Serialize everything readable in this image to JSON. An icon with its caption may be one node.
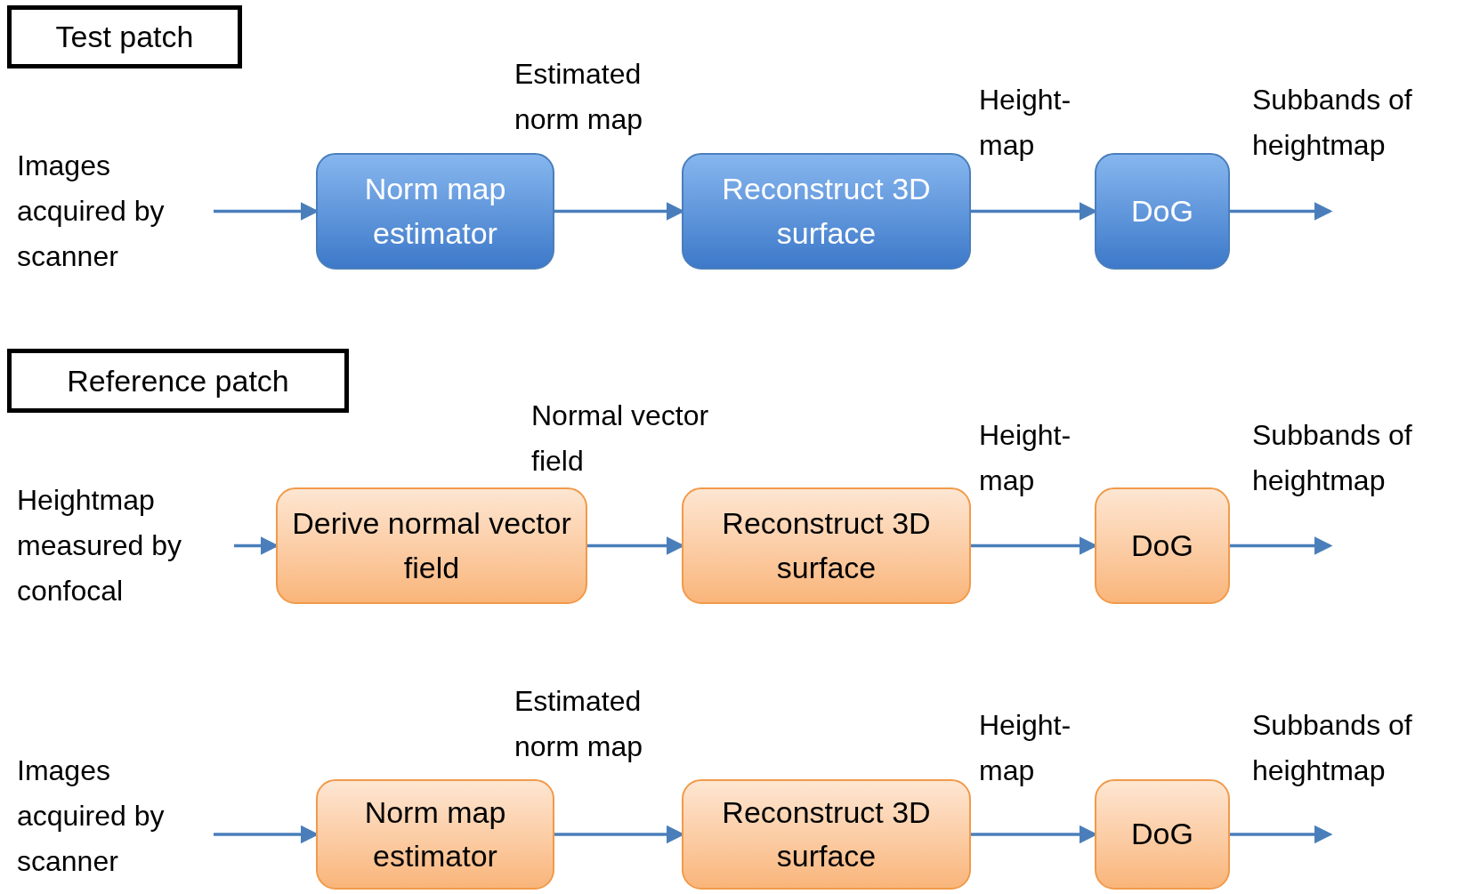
{
  "diagram": {
    "nodes": [
      {
        "text": [
          "Test patch"
        ]
      },
      {
        "text": [
          "Images acquired by scanner"
        ]
      },
      {
        "text": [
          "Norm map estimator"
        ]
      },
      {
        "text": [
          "Reconstruct 3D surface"
        ]
      },
      {
        "text": [
          "DoG"
        ]
      },
      {
        "text": [
          "Reference patch"
        ]
      },
      {
        "text": [
          "Heightmap measured by confocal"
        ]
      },
      {
        "text": [
          "Derive normal vector field"
        ]
      },
      {
        "text": [
          "Reconstruct 3D surface"
        ]
      },
      {
        "text": [
          "DoG"
        ]
      },
      {
        "text": [
          "Images acquired by scanner"
        ]
      },
      {
        "text": [
          "Norm map estimator"
        ]
      },
      {
        "text": [
          "Reconstruct 3D surface"
        ]
      },
      {
        "text": [
          "DoG"
        ]
      }
    ],
    "edges": [
      {
        "from": 1,
        "to": 2,
        "arrow": "to"
      },
      {
        "from": 2,
        "to": 3,
        "arrow": "to",
        "label": "Estimated norm map"
      },
      {
        "from": 3,
        "to": 4,
        "arrow": "to",
        "label": "Height-map"
      },
      {
        "from": 4,
        "to": null,
        "arrow": "to",
        "label": "Subbands of heightmap"
      },
      {
        "from": 6,
        "to": 7,
        "arrow": "to"
      },
      {
        "from": 7,
        "to": 8,
        "arrow": "to",
        "label": "Normal vector field"
      },
      {
        "from": 8,
        "to": 9,
        "arrow": "to",
        "label": "Height-map"
      },
      {
        "from": 9,
        "to": null,
        "arrow": "to",
        "label": "Subbands of heightmap"
      },
      {
        "from": 10,
        "to": 11,
        "arrow": "to"
      },
      {
        "from": 11,
        "to": 12,
        "arrow": "to",
        "label": "Estimated norm map"
      },
      {
        "from": 12,
        "to": 13,
        "arrow": "to",
        "label": "Height-map"
      },
      {
        "from": 13,
        "to": null,
        "arrow": "to",
        "label": "Subbands of heightmap"
      }
    ]
  }
}
